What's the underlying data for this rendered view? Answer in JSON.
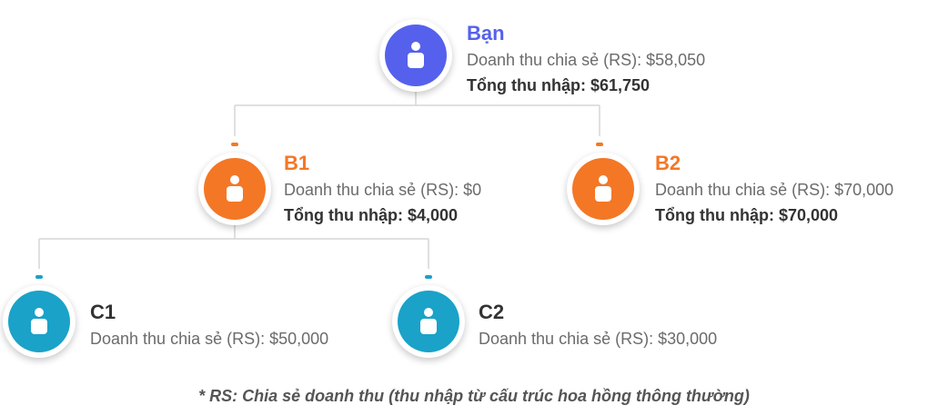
{
  "colors": {
    "you": "#5561ec",
    "level_b": "#f47725",
    "level_c": "#1aa2c9",
    "connector": "#d6d6d6"
  },
  "nodes": {
    "you": {
      "name": "Bạn",
      "rs": "Doanh thu chia sẻ (RS): $58,050",
      "total": "Tổng thu nhập: $61,750",
      "icon": "user-icon"
    },
    "b1": {
      "name": "B1",
      "rs": "Doanh thu chia sẻ (RS): $0",
      "total": "Tổng thu nhập: $4,000",
      "icon": "user-icon"
    },
    "b2": {
      "name": "B2",
      "rs": "Doanh thu chia sẻ (RS): $70,000",
      "total": "Tổng thu nhập: $70,000",
      "icon": "user-icon"
    },
    "c1": {
      "name": "C1",
      "rs": "Doanh thu chia sẻ (RS): $50,000",
      "icon": "user-icon"
    },
    "c2": {
      "name": "C2",
      "rs": "Doanh thu chia sẻ (RS): $30,000",
      "icon": "user-icon"
    }
  },
  "footnote": "* RS: Chia sẻ doanh thu (thu nhập từ cấu trúc hoa hồng thông thường)"
}
